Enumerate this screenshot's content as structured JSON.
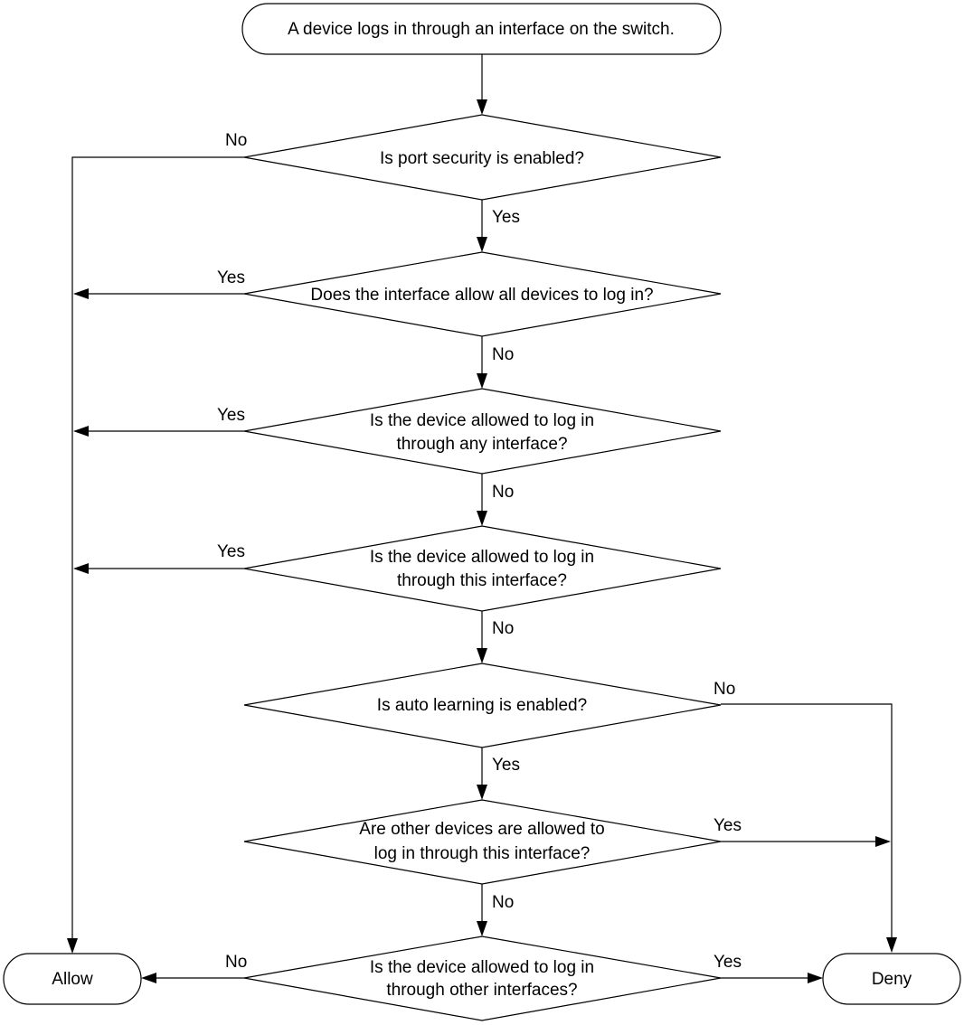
{
  "terminals": {
    "start": "A device logs in through an interface on the switch.",
    "allow": "Allow",
    "deny": "Deny"
  },
  "decisions": [
    [
      "Is port security is enabled?"
    ],
    [
      "Does the interface allow all devices to log in?"
    ],
    [
      "Is the device allowed to log in",
      "through any interface?"
    ],
    [
      "Is the device allowed to log in",
      "through this interface?"
    ],
    [
      "Is auto learning is enabled?"
    ],
    [
      "Are other devices are allowed to",
      "log in through this interface?"
    ],
    [
      "Is the device allowed to log in",
      "through other interfaces?"
    ]
  ],
  "edge_labels": {
    "d1_no": "No",
    "d1_yes": "Yes",
    "d2_yes": "Yes",
    "d2_no": "No",
    "d3_yes": "Yes",
    "d3_no": "No",
    "d4_yes": "Yes",
    "d4_no": "No",
    "d5_no": "No",
    "d5_yes": "Yes",
    "d6_yes": "Yes",
    "d6_no": "No",
    "d7_no": "No",
    "d7_yes": "Yes"
  }
}
